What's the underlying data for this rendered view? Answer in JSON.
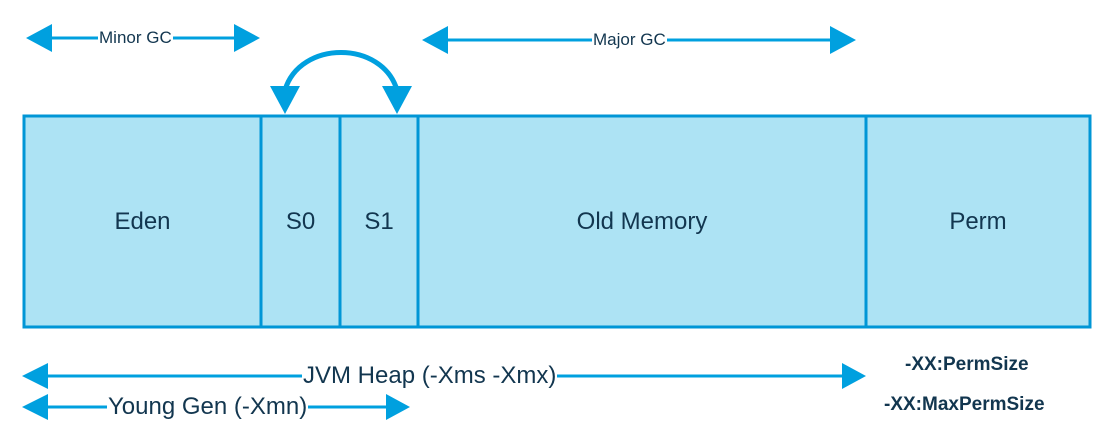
{
  "colors": {
    "arrow": "#00a0df",
    "segment_fill": "#ade3f4",
    "segment_border": "#0096d6",
    "text": "#12364f"
  },
  "segments": {
    "eden": "Eden",
    "s0": "S0",
    "s1": "S1",
    "old": "Old Memory",
    "perm": "Perm"
  },
  "arrows": {
    "minor_gc": "Minor GC",
    "major_gc": "Major GC",
    "jvm_heap": "JVM Heap (-Xms -Xmx)",
    "young_gen": "Young Gen (-Xmn)"
  },
  "options": {
    "perm_size": "-XX:PermSize",
    "max_perm_size": "-XX:MaxPermSize"
  }
}
